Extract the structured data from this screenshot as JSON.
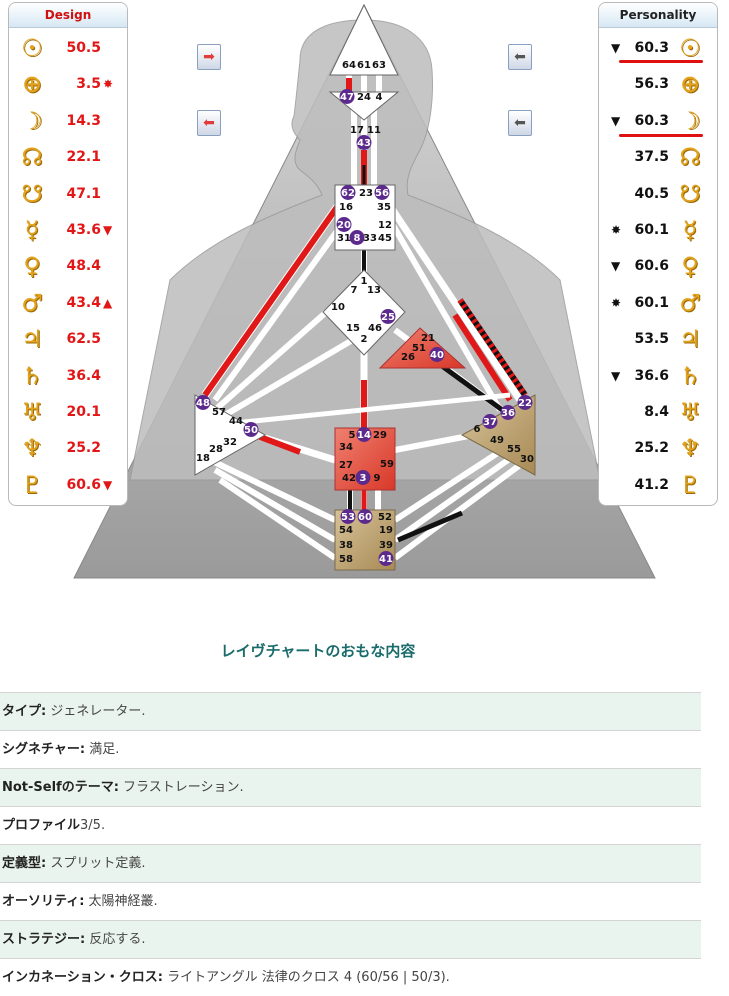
{
  "design": {
    "title": "Design",
    "rows": [
      {
        "glyph": "☉",
        "value": "50.5",
        "mark": ""
      },
      {
        "glyph": "⊕",
        "value": "3.5",
        "mark": "✸"
      },
      {
        "glyph": "☽",
        "value": "14.3",
        "mark": ""
      },
      {
        "glyph": "☊",
        "value": "22.1",
        "mark": ""
      },
      {
        "glyph": "☋",
        "value": "47.1",
        "mark": ""
      },
      {
        "glyph": "☿",
        "value": "43.6",
        "mark": "▼"
      },
      {
        "glyph": "♀",
        "value": "48.4",
        "mark": ""
      },
      {
        "glyph": "♂",
        "value": "43.4",
        "mark": "▲"
      },
      {
        "glyph": "♃",
        "value": "62.5",
        "mark": ""
      },
      {
        "glyph": "♄",
        "value": "36.4",
        "mark": ""
      },
      {
        "glyph": "♅",
        "value": "20.1",
        "mark": ""
      },
      {
        "glyph": "♆",
        "value": "25.2",
        "mark": ""
      },
      {
        "glyph": "♇",
        "value": "60.6",
        "mark": "▼"
      }
    ]
  },
  "personality": {
    "title": "Personality",
    "rows": [
      {
        "glyph": "☉",
        "value": "60.3",
        "mark": "▼"
      },
      {
        "glyph": "⊕",
        "value": "56.3",
        "mark": ""
      },
      {
        "glyph": "☽",
        "value": "60.3",
        "mark": "▼"
      },
      {
        "glyph": "☊",
        "value": "37.5",
        "mark": ""
      },
      {
        "glyph": "☋",
        "value": "40.5",
        "mark": ""
      },
      {
        "glyph": "☿",
        "value": "60.1",
        "mark": "✸"
      },
      {
        "glyph": "♀",
        "value": "60.6",
        "mark": "▼"
      },
      {
        "glyph": "♂",
        "value": "60.1",
        "mark": "✸"
      },
      {
        "glyph": "♃",
        "value": "53.5",
        "mark": ""
      },
      {
        "glyph": "♄",
        "value": "36.6",
        "mark": "▼"
      },
      {
        "glyph": "♅",
        "value": "8.4",
        "mark": ""
      },
      {
        "glyph": "♆",
        "value": "25.2",
        "mark": ""
      },
      {
        "glyph": "♇",
        "value": "41.2",
        "mark": ""
      }
    ]
  },
  "nav": {
    "icon_left_next": "right-arrow-icon",
    "icon_left_prev": "left-arrow-icon",
    "icon_right_a": "left-arrow-icon",
    "icon_right_b": "left-arrow-icon",
    "colors": {
      "design": "#e21616",
      "personality": "#111111",
      "defined_sacral": "#e05040",
      "defined_root": "#b8a070",
      "defined_spleen": "#b8a070",
      "gate_badge": "#5b2a8c"
    }
  },
  "bodygraph": {
    "head_gates": [
      "64",
      "61",
      "63"
    ],
    "ajna_gates": [
      "47",
      "24",
      "4"
    ],
    "throat_top_gates": [
      "17",
      "11",
      "43"
    ],
    "throat_gates": [
      "62",
      "23",
      "56",
      "16",
      "35",
      "20",
      "31",
      "8",
      "33",
      "45",
      "12"
    ],
    "g_gates": [
      "1",
      "7",
      "13",
      "10",
      "15",
      "46",
      "2",
      "25"
    ],
    "ego_gates": [
      "21",
      "51",
      "26",
      "40"
    ],
    "spleen_gates": [
      "48",
      "57",
      "44",
      "50",
      "32",
      "28",
      "18"
    ],
    "sacral_gates": [
      "5",
      "14",
      "29",
      "34",
      "27",
      "59",
      "42",
      "3",
      "9"
    ],
    "solar_gates": [
      "22",
      "36",
      "37",
      "6",
      "49",
      "55",
      "30"
    ],
    "root_gates": [
      "53",
      "60",
      "52",
      "54",
      "19",
      "38",
      "39",
      "58",
      "41"
    ]
  },
  "summary": {
    "title": "レイヴチャートのおもな内容",
    "rows": [
      {
        "label": "タイプ:",
        "value": " ジェネレーター."
      },
      {
        "label": "シグネチャー:",
        "value": " 満足."
      },
      {
        "label": "Not-Selfのテーマ:",
        "value": " フラストレーション."
      },
      {
        "label": "プロファイル",
        "value": "3/5."
      },
      {
        "label": "定義型:",
        "value": " スプリット定義."
      },
      {
        "label": "オーソリティ:",
        "value": " 太陽神経叢."
      },
      {
        "label": "ストラテジー:",
        "value": " 反応する."
      },
      {
        "label": "インカネーション・クロス:",
        "value": " ライトアングル 法律のクロス 4 (60/56 | 50/3)."
      }
    ]
  }
}
